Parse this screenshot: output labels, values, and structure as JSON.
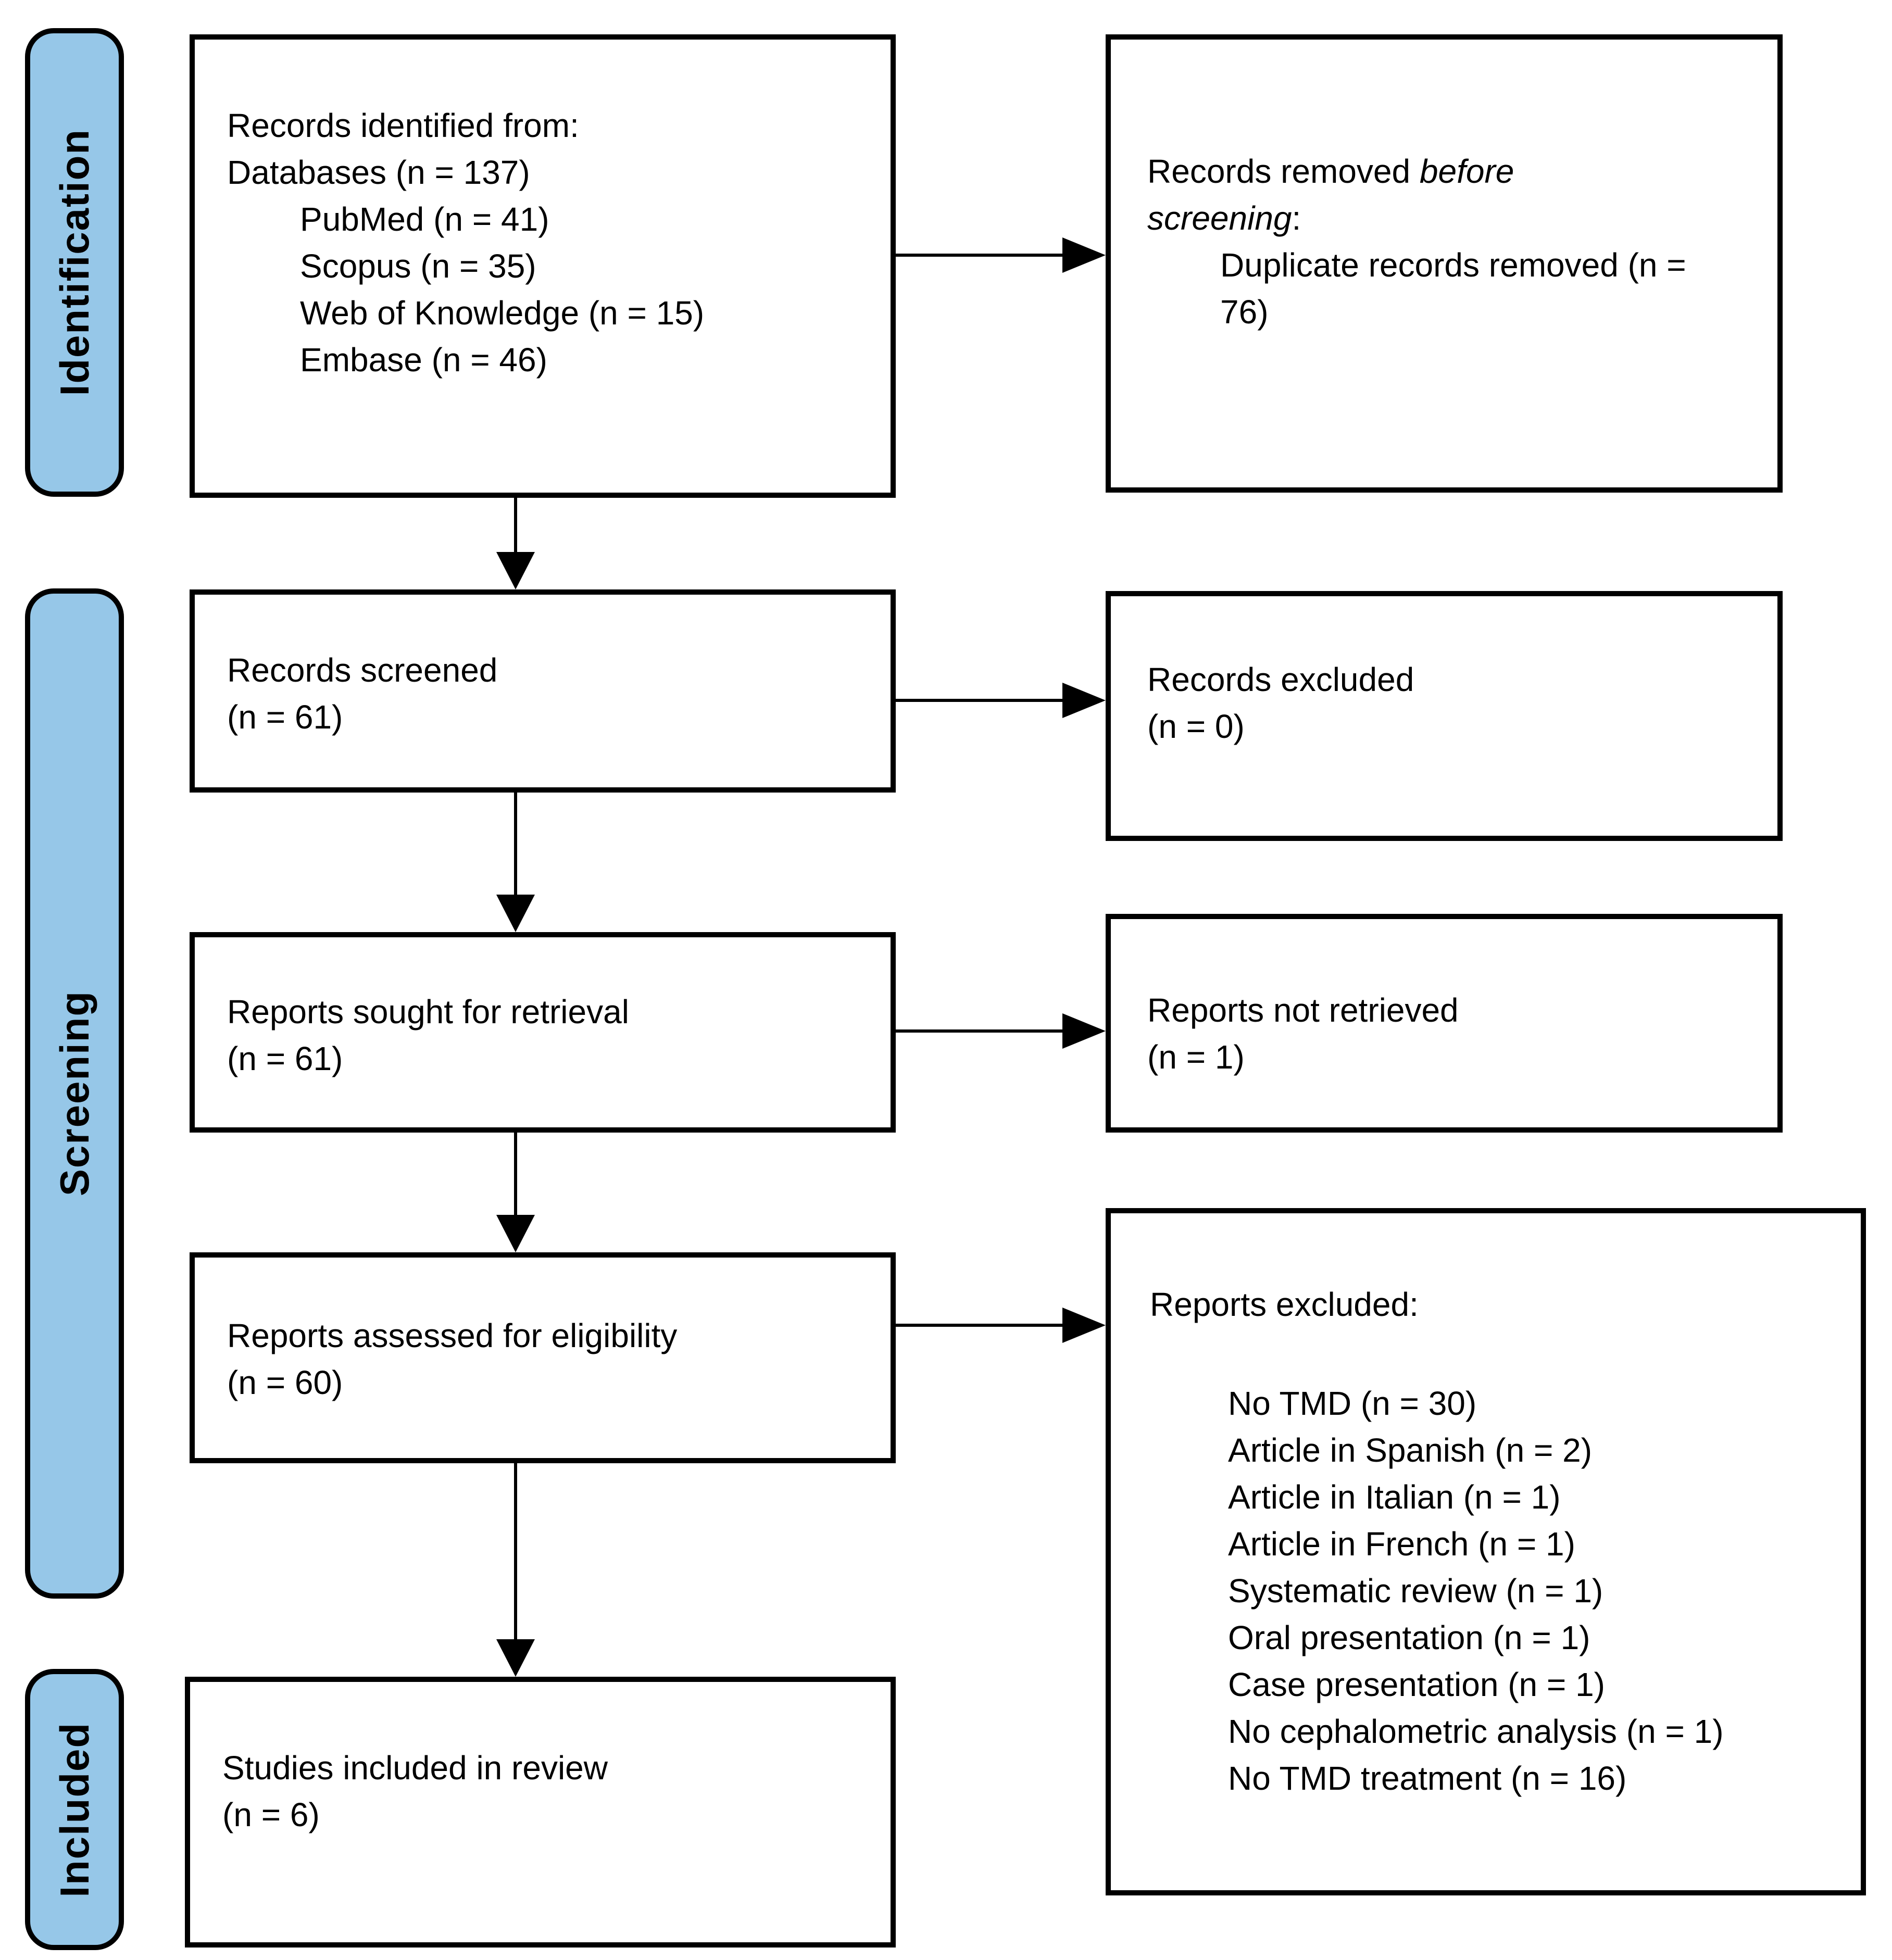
{
  "diagram": {
    "type": "prisma-flow",
    "colors": {
      "stage_fill": "#96C7E8",
      "border": "#000000",
      "box_fill": "#FFFFFF",
      "text": "#000000"
    },
    "stages": [
      {
        "label": "Identification"
      },
      {
        "label": "Screening"
      },
      {
        "label": "Included"
      }
    ],
    "boxes": {
      "identified": {
        "title": "Records identified from:",
        "subtitle": "Databases (n = 137)",
        "sources": [
          "PubMed (n = 41)",
          "Scopus (n = 35)",
          "Web of Knowledge (n = 15)",
          "Embase (n = 46)"
        ]
      },
      "removed_before_screening": {
        "line1_regular": "Records removed ",
        "line1_italic": "before",
        "line2_italic": "screening",
        "line2_regular": ":",
        "reason": "Duplicate records removed (n = 76)"
      },
      "screened": {
        "line1": "Records screened",
        "line2": "(n = 61)"
      },
      "records_excluded": {
        "line1": "Records excluded",
        "line2": "(n = 0)"
      },
      "sought": {
        "line1": "Reports sought for retrieval",
        "line2": "(n = 61)"
      },
      "not_retrieved": {
        "line1": "Reports not retrieved",
        "line2": "(n = 1)"
      },
      "assessed": {
        "line1": "Reports assessed for eligibility",
        "line2": "(n = 60)"
      },
      "reports_excluded": {
        "title": "Reports excluded:",
        "reasons": [
          "No TMD (n = 30)",
          "Article in Spanish (n = 2)",
          "Article in Italian (n = 1)",
          "Article in French (n = 1)",
          "Systematic review (n = 1)",
          "Oral presentation (n = 1)",
          "Case presentation (n = 1)",
          "No cephalometric analysis (n = 1)",
          "No TMD treatment (n = 16)"
        ]
      },
      "included_studies": {
        "line1": "Studies included in review",
        "line2": "(n = 6)"
      }
    }
  }
}
